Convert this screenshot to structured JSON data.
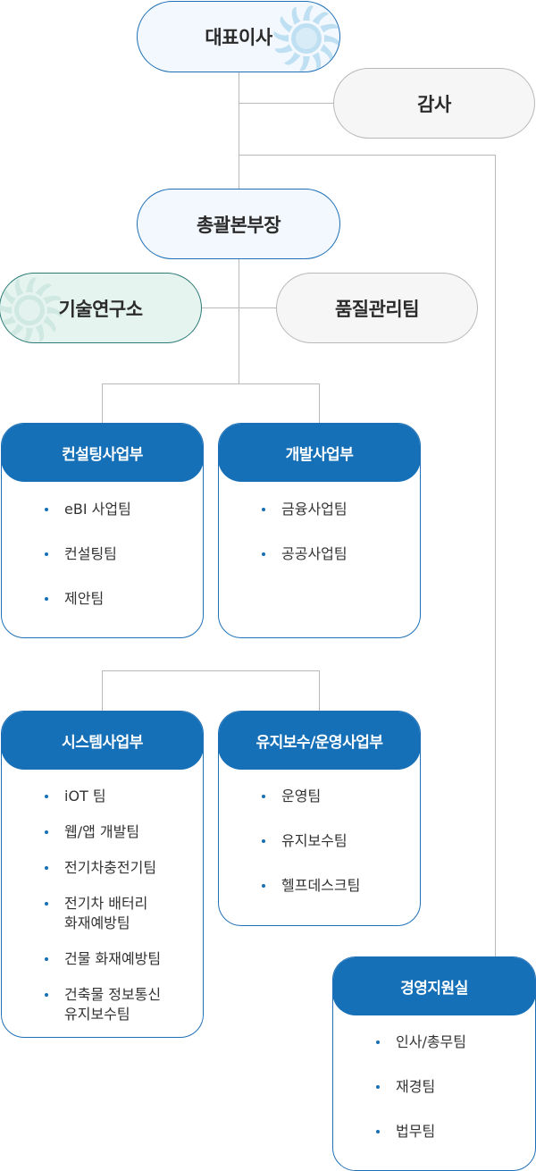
{
  "ceo": "대표이사",
  "audit": "감사",
  "gm": "총괄본부장",
  "lab": "기술연구소",
  "qa": "품질관리팀",
  "depts": [
    {
      "title": "컨설팅사업부",
      "teams": [
        "eBI 사업팀",
        "컨설팅팀",
        "제안팀"
      ]
    },
    {
      "title": "개발사업부",
      "teams": [
        "금융사업팀",
        "공공사업팀"
      ]
    },
    {
      "title": "시스템사업부",
      "teams": [
        "iOT 팀",
        "웹/앱 개발팀",
        "전기차충전기팀",
        "전기차 배터리\n화재예방팀",
        "건물 화재예방팀",
        "건축물 정보통신\n유지보수팀"
      ]
    },
    {
      "title": "유지보수/운영사업부",
      "teams": [
        "운영팀",
        "유지보수팀",
        "헬프데스크팀"
      ]
    },
    {
      "title": "경영지원실",
      "teams": [
        "인사/총무팀",
        "재경팀",
        "법무팀"
      ]
    }
  ],
  "colors": {
    "primary": "#1570b7",
    "line": "#b9b9b9",
    "lab_border": "#2d7b76"
  }
}
